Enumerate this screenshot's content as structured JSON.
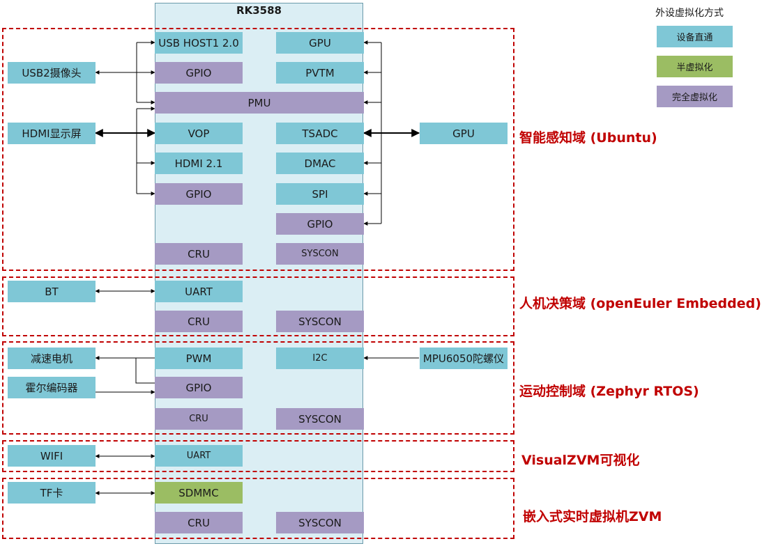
{
  "chip_title": "RK3588",
  "legend": {
    "title": "外设虚拟化方式",
    "passthrough": "设备直通",
    "para": "半虚拟化",
    "full": "完全虚拟化"
  },
  "domains": {
    "perception": "智能感知域 (Ubuntu)",
    "hmi": "人机决策域 (openEuler Embedded)",
    "motion": "运动控制域 (Zephyr RTOS)",
    "visual": "VisualZVM可视化",
    "zvm": "嵌入式实时虚拟机ZVM"
  },
  "blocks": {
    "usb_host": "USB HOST1 2.0",
    "gpu": "GPU",
    "gpio_1": "GPIO",
    "pvtm": "PVTM",
    "pmu": "PMU",
    "vop": "VOP",
    "tsadc": "TSADC",
    "hdmi": "HDMI 2.1",
    "dmac": "DMAC",
    "gpio_2": "GPIO",
    "spi": "SPI",
    "gpio_3": "GPIO",
    "cru_1": "CRU",
    "syscon_1": "SYSCON",
    "uart_1": "UART",
    "cru_2": "CRU",
    "syscon_2": "SYSCON",
    "pwm": "PWM",
    "i2c": "I2C",
    "gpio_4": "GPIO",
    "cru_3": "CRU",
    "syscon_3": "SYSCON",
    "uart_2": "UART",
    "sdmmc": "SDMMC",
    "cru_4": "CRU",
    "syscon_4": "SYSCON"
  },
  "peripherals": {
    "usb_camera": "USB2摄像头",
    "hdmi_screen": "HDMI显示屏",
    "ext_gpu": "GPU",
    "bt": "BT",
    "motor": "减速电机",
    "hall_encoder": "霍尔编码器",
    "mpu6050": "MPU6050陀螺仪",
    "wifi": "WIFI",
    "tf_card": "TF卡"
  }
}
